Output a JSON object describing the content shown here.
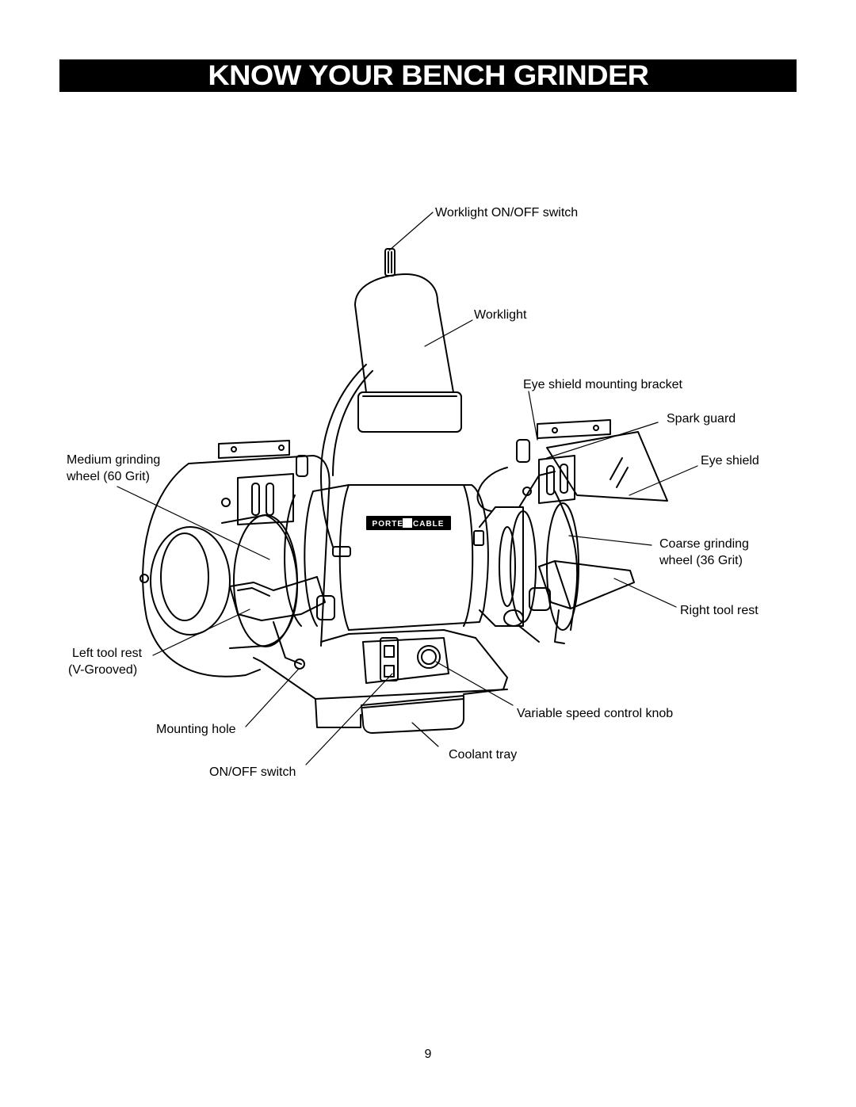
{
  "title": "KNOW YOUR BENCH GRINDER",
  "brand_logo_text": "PORTER CABLE",
  "labels": {
    "worklight_switch": "Worklight ON/OFF switch",
    "worklight": "Worklight",
    "eye_shield_bracket": "Eye shield mounting bracket",
    "spark_guard": "Spark guard",
    "eye_shield": "Eye shield",
    "coarse_wheel_1": "Coarse grinding",
    "coarse_wheel_2": "wheel (36 Grit)",
    "right_tool_rest": "Right tool rest",
    "medium_wheel_1": "Medium grinding",
    "medium_wheel_2": "wheel (60 Grit)",
    "left_tool_rest_1": "Left tool rest",
    "left_tool_rest_2": "(V-Grooved)",
    "speed_knob": "Variable speed control knob",
    "mounting_hole": "Mounting hole",
    "coolant_tray": "Coolant tray",
    "on_off_switch": "ON/OFF switch"
  },
  "page_number": "9"
}
